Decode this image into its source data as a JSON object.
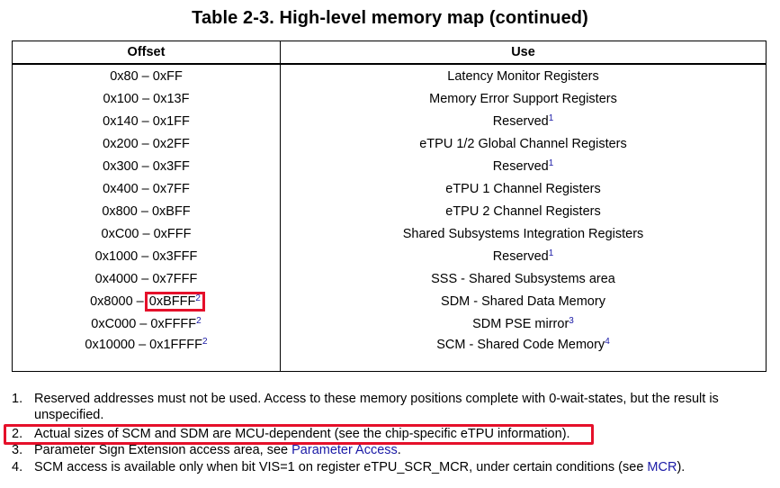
{
  "title": "Table 2-3.   High-level memory map (continued)",
  "table": {
    "headers": [
      "Offset",
      "Use"
    ],
    "rows": [
      {
        "offset": "0x80 – 0xFF",
        "use": "Latency Monitor Registers",
        "use_fn": ""
      },
      {
        "offset": "0x100 – 0x13F",
        "use": "Memory Error Support Registers",
        "use_fn": ""
      },
      {
        "offset": "0x140 – 0x1FF",
        "use": "Reserved",
        "use_fn": "1"
      },
      {
        "offset": "0x200 – 0x2FF",
        "use": "eTPU 1/2 Global Channel Registers",
        "use_fn": ""
      },
      {
        "offset": "0x300 – 0x3FF",
        "use": "Reserved",
        "use_fn": "1"
      },
      {
        "offset": "0x400 – 0x7FF",
        "use": "eTPU 1 Channel Registers",
        "use_fn": ""
      },
      {
        "offset": "0x800 – 0xBFF",
        "use": "eTPU 2 Channel Registers",
        "use_fn": ""
      },
      {
        "offset": "0xC00 – 0xFFF",
        "use": "Shared Subsystems Integration Registers",
        "use_fn": ""
      },
      {
        "offset": "0x1000 – 0x3FFF",
        "use": "Reserved",
        "use_fn": "1"
      },
      {
        "offset": "0x4000 – 0x7FFF",
        "use": "SSS - Shared Subsystems area",
        "use_fn": ""
      },
      {
        "offset_start": "0x8000 – ",
        "offset_end": "0xBFFF",
        "offset_fn": "2",
        "use": "SDM - Shared Data Memory",
        "use_fn": ""
      },
      {
        "offset_start": "0xC000 – 0xFFFF",
        "offset_fn": "2",
        "use": "SDM PSE mirror",
        "use_fn": "3"
      },
      {
        "offset_start": "0x10000 – 0x1FFFF",
        "offset_fn": "2",
        "use": "SCM - Shared Code Memory",
        "use_fn": "4"
      }
    ]
  },
  "notes": [
    {
      "num": "1.",
      "text": "Reserved addresses must not be used. Access to these memory positions complete with 0-wait-states, but the result is unspecified."
    },
    {
      "num": "2.",
      "text": "Actual sizes of SCM and SDM are MCU-dependent (see the chip-specific eTPU information)."
    },
    {
      "num": "3.",
      "text_pre": "Parameter Sign Extension access area, see ",
      "link": "Parameter Access",
      "text_post": "."
    },
    {
      "num": "4.",
      "text_pre": "SCM access is available only when bit VIS=1 on register eTPU_SCR_MCR, under certain conditions (see ",
      "link": "MCR",
      "text_post": ")."
    }
  ],
  "colors": {
    "highlight": "#e5102a",
    "link": "#1a1aa6"
  }
}
